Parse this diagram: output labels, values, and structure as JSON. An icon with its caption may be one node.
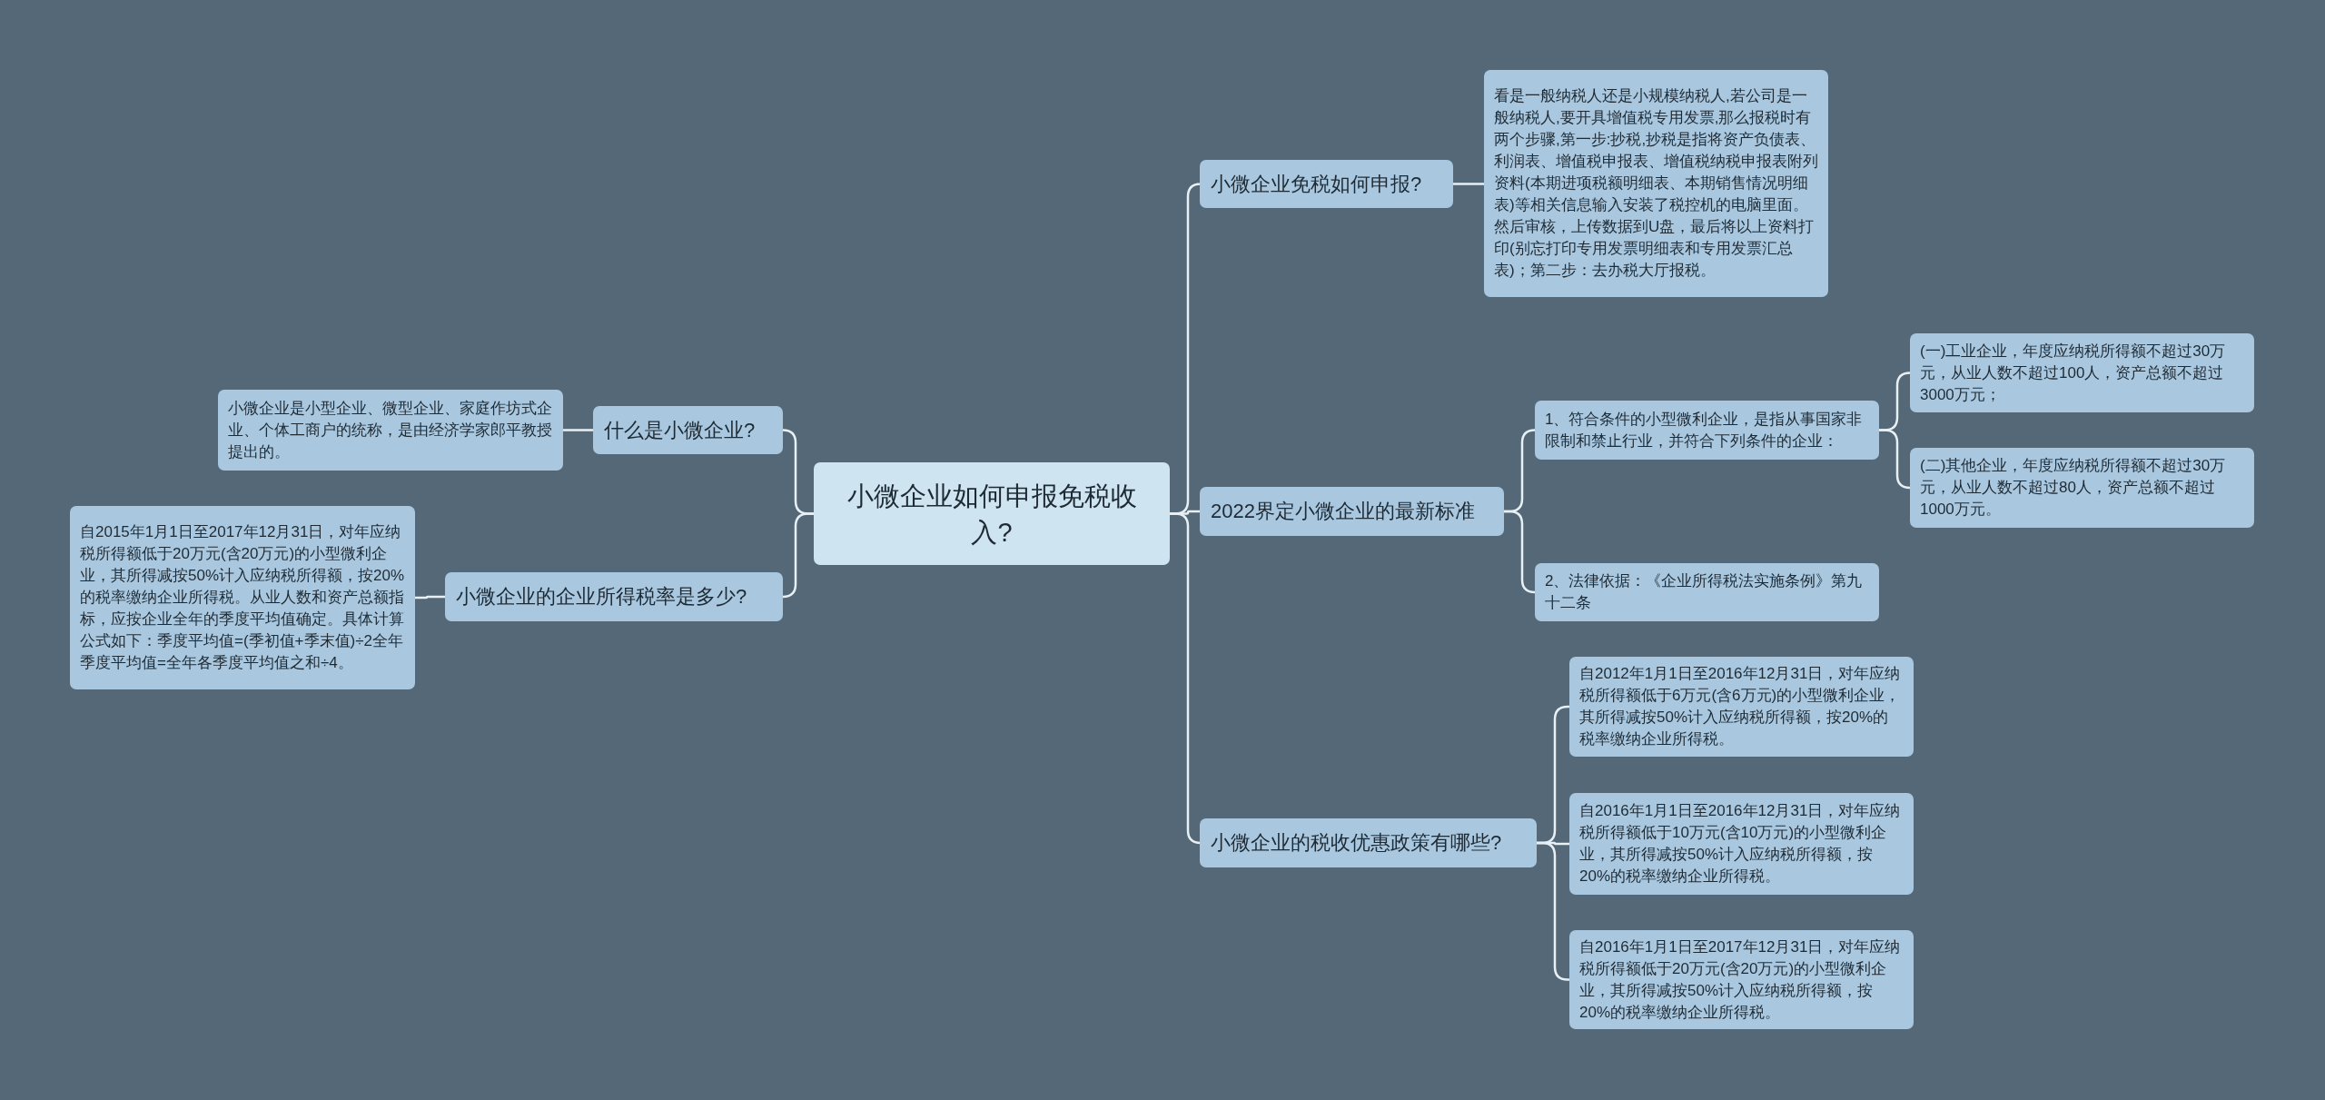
{
  "diagram": {
    "nodes": [
      {
        "text": [
          "小微企业如何申报免税收入?"
        ]
      },
      {
        "text": [
          "什么是小微企业?"
        ]
      },
      {
        "text": [
          "小微企业是小型企业、微型企业、家庭作坊式企业、个体工商户的统称，是由经济学家郎平教授提出的。"
        ]
      },
      {
        "text": [
          "小微企业的企业所得税率是多少?"
        ]
      },
      {
        "text": [
          "自2015年1月1日至2017年12月31日，对年应纳税所得额低于20万元(含20万元)的小型微利企业，其所得减按50%计入应纳税所得额，按20%的税率缴纳企业所得税。从业人数和资产总额指标，应按企业全年的季度平均值确定。具体计算公式如下：季度平均值=(季初值+季末值)÷2全年季度平均值=全年各季度平均值之和÷4。"
        ]
      },
      {
        "text": [
          "小微企业免税如何申报?"
        ]
      },
      {
        "text": [
          "看是一般纳税人还是小规模纳税人,若公司是一般纳税人,要开具增值税专用发票,那么报税时有两个步骤,第一步:抄税,抄税是指将资产负债表、利润表、增值税申报表、增值税纳税申报表附列资料(本期进项税额明细表、本期销售情况明细表)等相关信息输入安装了税控机的电脑里面。然后审核，上传数据到U盘，最后将以上资料打印(别忘打印专用发票明细表和专用发票汇总表)；第二步：去办税大厅报税。"
        ]
      },
      {
        "text": [
          "2022界定小微企业的最新标准"
        ]
      },
      {
        "text": [
          "1、符合条件的小型微利企业，是指从事国家非限制和禁止行业，并符合下列条件的企业："
        ]
      },
      {
        "text": [
          "(一)工业企业，年度应纳税所得额不超过30万元，从业人数不超过100人，资产总额不超过3000万元；"
        ]
      },
      {
        "text": [
          "(二)其他企业，年度应纳税所得额不超过30万元，从业人数不超过80人，资产总额不超过1000万元。"
        ]
      },
      {
        "text": [
          "2、法律依据：《企业所得税法实施条例》第九十二条"
        ]
      },
      {
        "text": [
          "小微企业的税收优惠政策有哪些?"
        ]
      },
      {
        "text": [
          "自2012年1月1日至2016年12月31日，对年应纳税所得额低于6万元(含6万元)的小型微利企业，其所得减按50%计入应纳税所得额，按20%的税率缴纳企业所得税。"
        ]
      },
      {
        "text": [
          "自2016年1月1日至2016年12月31日，对年应纳税所得额低于10万元(含10万元)的小型微利企业，其所得减按50%计入应纳税所得额，按20%的税率缴纳企业所得税。"
        ]
      },
      {
        "text": [
          "自2016年1月1日至2017年12月31日，对年应纳税所得额低于20万元(含20万元)的小型微利企业，其所得减按50%计入应纳税所得额，按20%的税率缴纳企业所得税。"
        ]
      }
    ],
    "edges": [
      {
        "from": 0,
        "to": 1,
        "arrow": "none"
      },
      {
        "from": 1,
        "to": 2,
        "arrow": "none"
      },
      {
        "from": 0,
        "to": 3,
        "arrow": "none"
      },
      {
        "from": 3,
        "to": 4,
        "arrow": "none"
      },
      {
        "from": 0,
        "to": 5,
        "arrow": "none"
      },
      {
        "from": 5,
        "to": 6,
        "arrow": "none"
      },
      {
        "from": 0,
        "to": 7,
        "arrow": "none"
      },
      {
        "from": 7,
        "to": 8,
        "arrow": "none"
      },
      {
        "from": 8,
        "to": 9,
        "arrow": "none"
      },
      {
        "from": 8,
        "to": 10,
        "arrow": "none"
      },
      {
        "from": 7,
        "to": 11,
        "arrow": "none"
      },
      {
        "from": 0,
        "to": 12,
        "arrow": "none"
      },
      {
        "from": 12,
        "to": 13,
        "arrow": "none"
      },
      {
        "from": 12,
        "to": 14,
        "arrow": "none"
      },
      {
        "from": 12,
        "to": 15,
        "arrow": "none"
      }
    ]
  }
}
